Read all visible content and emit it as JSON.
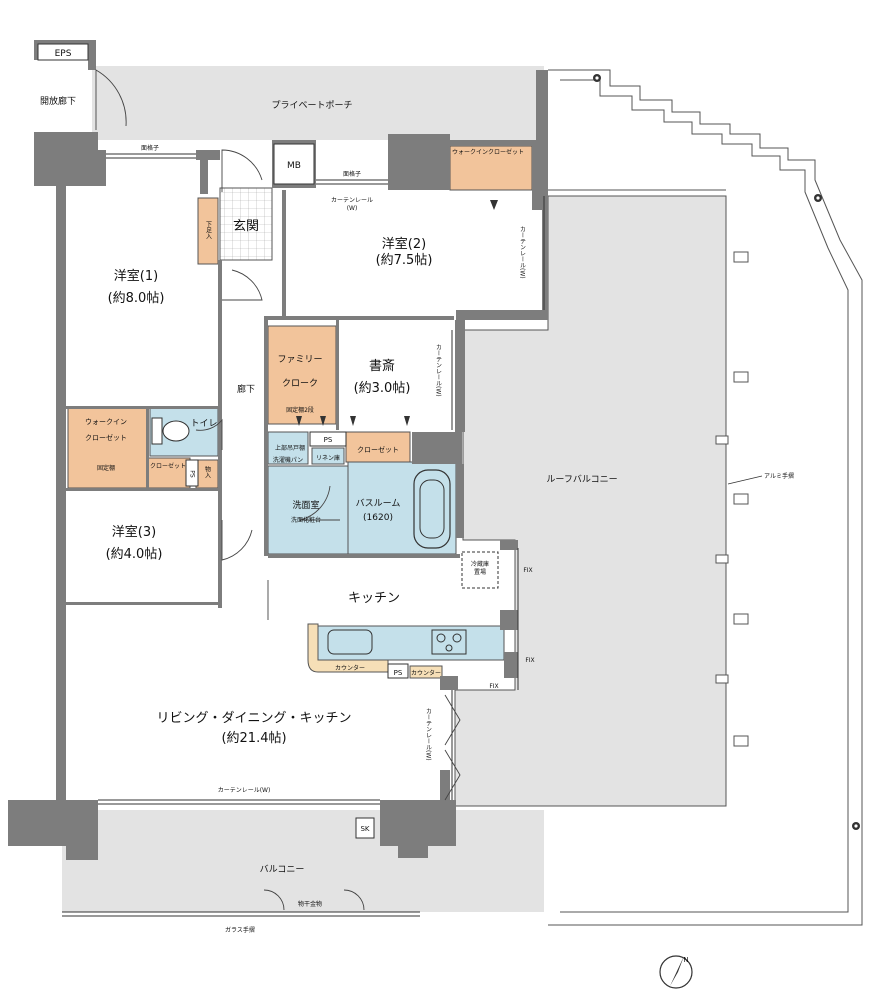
{
  "colors": {
    "wall": "#7d7d7d",
    "floor_grey": "#e3e3e3",
    "storage": "#f2c49b",
    "wet": "#c4e0ea",
    "counter": "#f6dfb7",
    "line": "#333333"
  },
  "labels": {
    "eps": "EPS",
    "open_corridor": "開放廊下",
    "private_porch": "プライベートポーチ",
    "lattice_1": "面格子",
    "lattice_2": "面格子",
    "mb": "MB",
    "entrance": "玄関",
    "shoe_box": "下足入",
    "wic_top": "ウォークインクローゼット",
    "curtain_top_1": "カーテンレール",
    "curtain_top_2": "(W)",
    "curtain_right": "カーテンレール(W)",
    "room2_name": "洋室(2)",
    "room2_size": "(約7.5帖)",
    "room1_name": "洋室(1)",
    "room1_size": "(約8.0帖)",
    "family_cloak_1": "ファミリー",
    "family_cloak_2": "クローク",
    "fixed_shelf_2": "固定棚2段",
    "study_name": "書斎",
    "study_size": "(約3.0帖)",
    "curtain_study": "カーテンレール(W)",
    "corridor": "廊下",
    "wic_left_1": "ウォークイン",
    "wic_left_2": "クローゼット",
    "fixed_shelf": "固定棚",
    "toilet": "トイレ",
    "closet_small": "クローゼット",
    "storage_small": "物入",
    "ps1": "PS",
    "ps2": "PS",
    "ps3": "PS",
    "upper_shelf": "上部吊戸棚",
    "washer_pan": "洗濯機パン",
    "linen": "リネン庫",
    "closet_bath": "クローゼット",
    "washroom": "洗面室",
    "vanity": "洗面化粧台",
    "bathroom": "バスルーム",
    "bath_size": "(1620)",
    "room3_name": "洋室(3)",
    "room3_size": "(約4.0帖)",
    "fridge_1": "冷蔵庫",
    "fridge_2": "置場",
    "fix1": "FIX",
    "fix2": "FIX",
    "fix3": "FIX",
    "kitchen": "キッチン",
    "counter_1": "カウンター",
    "counter_2": "カウンター",
    "roof_balcony": "ルーフバルコニー",
    "aluminum_rail": "アルミ手摺",
    "ldk_name": "リビング・ダイニング・キッチン",
    "ldk_size": "(約21.4帖)",
    "curtain_ldk_right": "カーテンレール(W)",
    "curtain_bottom": "カーテンレール(W)",
    "sk": "SK",
    "balcony": "バルコニー",
    "laundry_hook": "物干金物",
    "glass_rail": "ガラス手摺",
    "north": "N"
  }
}
